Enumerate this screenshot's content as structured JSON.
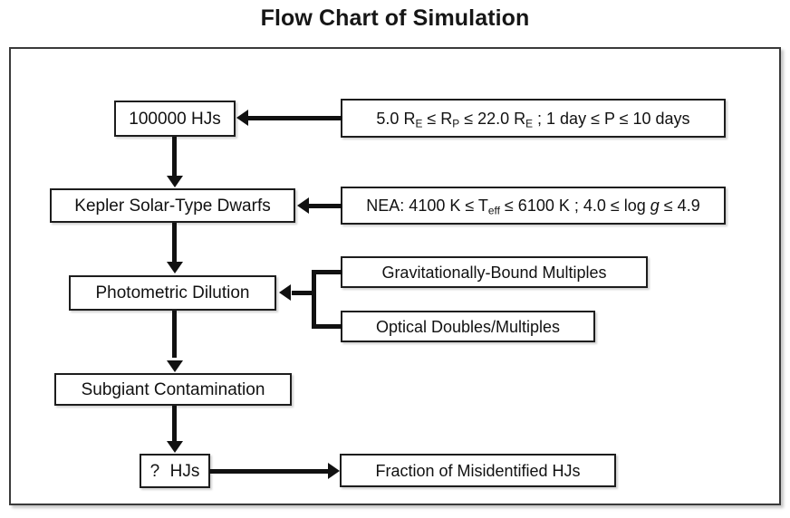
{
  "page": {
    "title": "Flow Chart of Simulation",
    "background": "#ffffff",
    "line_color": "#111111",
    "box_border_color": "#1d1d1d",
    "frame_border_color": "#3a3a3a"
  },
  "chart_data": {
    "type": "diagram",
    "title": "Flow Chart of Simulation",
    "diagram_kind": "flowchart",
    "orientation": "top-to-bottom with right-side condition inputs",
    "nodes": [
      {
        "id": "hjs",
        "label": "100000 HJs",
        "role": "stage"
      },
      {
        "id": "kepler",
        "label": "Kepler Solar-Type Dwarfs",
        "role": "stage"
      },
      {
        "id": "dilution",
        "label": "Photometric Dilution",
        "role": "stage"
      },
      {
        "id": "subgiant",
        "label": "Subgiant Contamination",
        "role": "stage"
      },
      {
        "id": "qhjs",
        "label": "?  HJs",
        "role": "stage"
      },
      {
        "id": "fraction",
        "label": "Fraction of Misidentified HJs",
        "role": "result"
      },
      {
        "id": "radius",
        "label": "5.0 R_E ≤ R_P ≤ 22.0 R_E ; 1 day ≤ P ≤ 10 days",
        "role": "condition"
      },
      {
        "id": "nea",
        "label": "NEA: 4100 K ≤ T_eff ≤ 6100 K ; 4.0 ≤ log g ≤ 4.9",
        "role": "condition"
      },
      {
        "id": "bound",
        "label": "Gravitationally-Bound Multiples",
        "role": "condition"
      },
      {
        "id": "optical",
        "label": "Optical Doubles/Multiples",
        "role": "condition"
      }
    ],
    "edges": [
      {
        "from": "radius",
        "to": "hjs",
        "direction": "left"
      },
      {
        "from": "hjs",
        "to": "kepler",
        "direction": "down"
      },
      {
        "from": "nea",
        "to": "kepler",
        "direction": "left"
      },
      {
        "from": "kepler",
        "to": "dilution",
        "direction": "down"
      },
      {
        "from": "bound",
        "to": "dilution",
        "direction": "left"
      },
      {
        "from": "optical",
        "to": "dilution",
        "direction": "left"
      },
      {
        "from": "dilution",
        "to": "subgiant",
        "direction": "down"
      },
      {
        "from": "subgiant",
        "to": "qhjs",
        "direction": "down"
      },
      {
        "from": "qhjs",
        "to": "fraction",
        "direction": "right"
      }
    ]
  },
  "nodes": {
    "hjs": {
      "label": "100000 HJs"
    },
    "kepler": {
      "label": "Kepler Solar-Type Dwarfs"
    },
    "dilution": {
      "label": "Photometric Dilution"
    },
    "subgiant": {
      "label": "Subgiant Contamination"
    },
    "qhjs": {
      "question_mark": "?",
      "unit": "HJs"
    },
    "fraction": {
      "label": "Fraction of Misidentified HJs"
    },
    "bound": {
      "label": "Gravitationally-Bound Multiples"
    },
    "optical": {
      "label": "Optical Doubles/Multiples"
    },
    "radius": {
      "v1": "5.0 R",
      "sub1": "E",
      "v2": " ≤ R",
      "sub2": "P",
      "v3": " ≤ 22.0 R",
      "sub3": "E",
      "v4": " ; 1 day ≤ P ≤ 10 days"
    },
    "nea": {
      "v1": "NEA: 4100 K ≤ T",
      "sub1": "eff",
      "v2": " ≤ 6100 K ; 4.0 ≤ log ",
      "italic": "g",
      "v3": " ≤ 4.9"
    }
  }
}
